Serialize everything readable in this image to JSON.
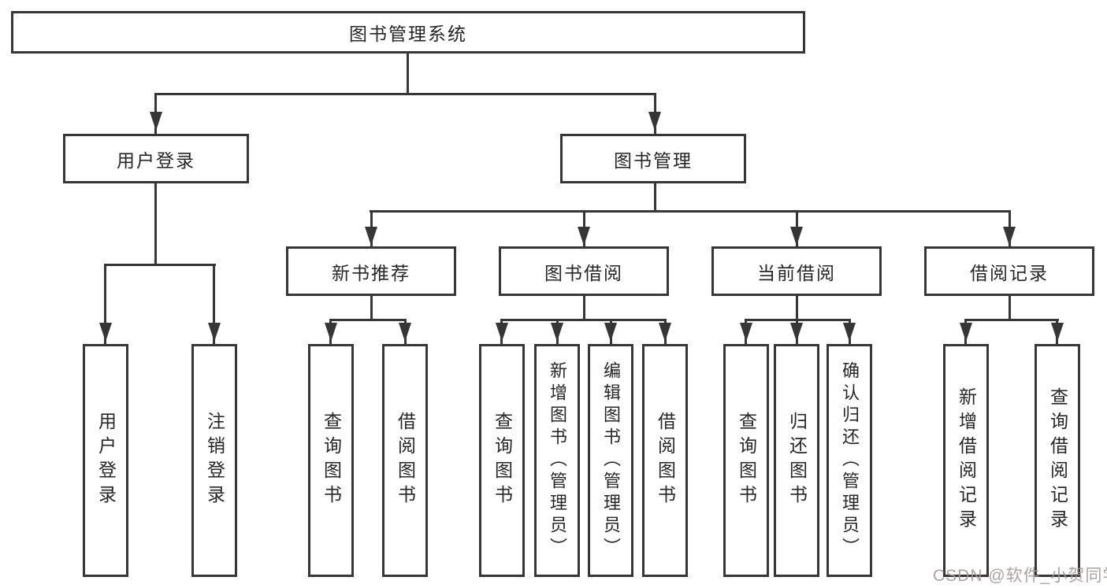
{
  "diagram": {
    "root_label": "图书管理系统",
    "login_branch": {
      "label": "用户登录",
      "children": [
        "用户登录",
        "注销登录"
      ]
    },
    "mgmt_branch": {
      "label": "图书管理",
      "groups": [
        {
          "label": "新书推荐",
          "children": [
            "查询图书",
            "借阅图书"
          ]
        },
        {
          "label": "图书借阅",
          "children": [
            "查询图书",
            "新增图书（管理员）",
            "编辑图书（管理员）",
            "借阅图书"
          ]
        },
        {
          "label": "当前借阅",
          "children": [
            "查询图书",
            "归还图书",
            "确认归还（管理员）"
          ]
        },
        {
          "label": "借阅记录",
          "children": [
            "新增借阅记录",
            "查询借阅记录"
          ]
        }
      ]
    }
  },
  "watermark": {
    "text": "CSDN @软件_小贺同学",
    "color": "#a39898"
  },
  "colors": {
    "line": "#363636",
    "text": "#262626",
    "background": "#ffffff"
  }
}
